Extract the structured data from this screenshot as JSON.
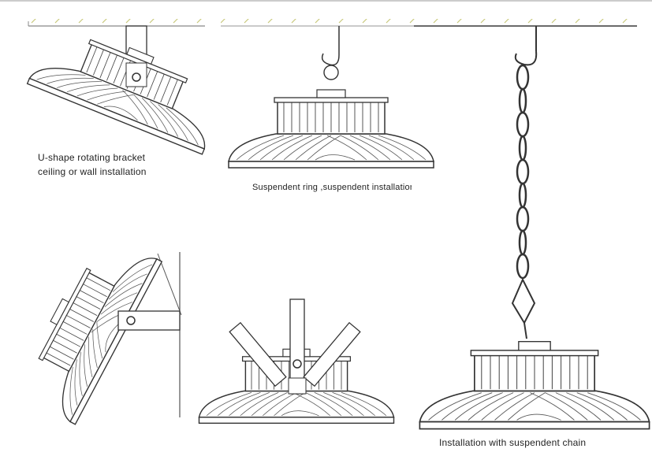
{
  "labels": {
    "bracket_line1": "U-shape rotating bracket",
    "bracket_line2": "ceiling or wall installation",
    "ring": "Suspendent ring ,suspendent installation",
    "chain": "Installation with suspendent chain"
  },
  "colors": {
    "line": "#333333",
    "ceiling_hatch": "#c8c87a",
    "ceiling_gray": "#888888"
  }
}
